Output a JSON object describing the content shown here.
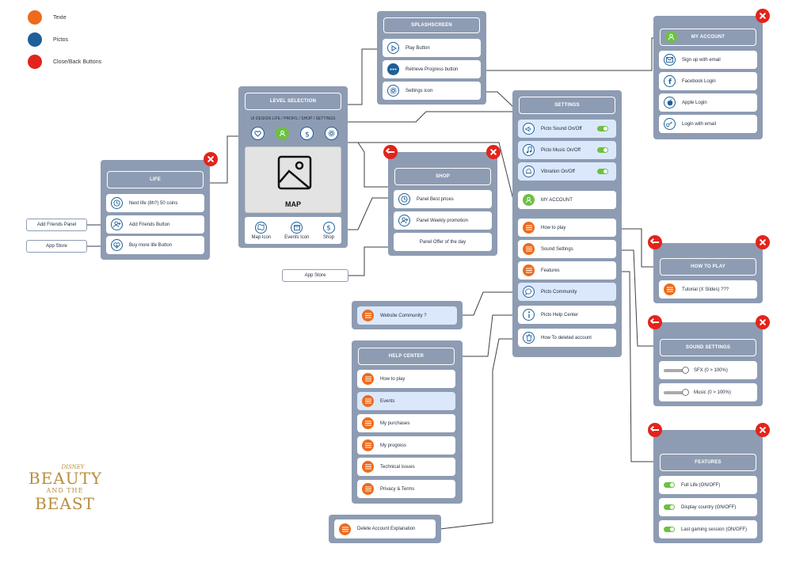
{
  "legend": [
    {
      "label": "Texte",
      "color": "#ee6b1c"
    },
    {
      "label": "Pictos",
      "color": "#1d5f98"
    },
    {
      "label": "Close/Back Buttons",
      "color": "#e3241b"
    }
  ],
  "splashscreen": {
    "title": "SPLASHSCREEN",
    "items": [
      "Play Button",
      "Retrieve Progress button",
      "Settings icon"
    ]
  },
  "level_selection": {
    "title": "LEVEL SELECTION",
    "subtitle": "UI DESIGN LIFE / PROFIL / SHOP / SETTINGS",
    "map_label": "MAP",
    "nav": [
      "Map Icon",
      "Events Icon",
      "Shop"
    ]
  },
  "life": {
    "title": "LIFE",
    "items": [
      "Next life (8h?)  50 coins",
      "Add Friends Button",
      "Buy more life Button"
    ]
  },
  "external": {
    "add_friends_panel": "Add Friends Panel",
    "app_store_left": "App Store",
    "app_store_shop": "App Store"
  },
  "shop": {
    "title": "SHOP",
    "items": [
      "Panel Best prices",
      "Panel Weekly promotion",
      "Panel Offer of the day"
    ]
  },
  "settings": {
    "title": "SETTINGS",
    "toggles": [
      "Picto  Sound On/Off",
      "Picto  Music On/Off",
      "Vibration On/Off"
    ],
    "account": "MY ACCOUNT",
    "menu": [
      "How to play",
      "Sound Settings",
      "Features"
    ],
    "links": [
      "Picto Community",
      "Picto Help Center",
      "How To deleted account"
    ]
  },
  "my_account": {
    "title": "MY ACCOUNT",
    "items": [
      "Sign up with email",
      "Facebook Login",
      "Apple Login",
      "Login with email"
    ]
  },
  "how_to_play": {
    "title": "HOW TO PLAY",
    "items": [
      "Tutorial (X Slides) ???"
    ]
  },
  "sound_settings": {
    "title": "SOUND SETTINGS",
    "items": [
      "SFX (0 > 100%)",
      "Music (0 > 100%)"
    ]
  },
  "features": {
    "title": "FEATURES",
    "items": [
      "Full Life (ON/OFF)",
      "Display country (ON/OFF)",
      "Last gaming session (ON/OFF)"
    ]
  },
  "website_community": {
    "item": "Website Community ?"
  },
  "help_center": {
    "title": "HELP CENTER",
    "items": [
      "How to play",
      "Events",
      "My purchases",
      "My progress",
      "Technical issues",
      "Privacy & Terms"
    ]
  },
  "delete_account": {
    "item": "Delete Account Explanation"
  },
  "logo": {
    "brand": "DISNEY",
    "line1": "BEAUTY",
    "line2": "AND THE",
    "line3": "BEAST"
  }
}
